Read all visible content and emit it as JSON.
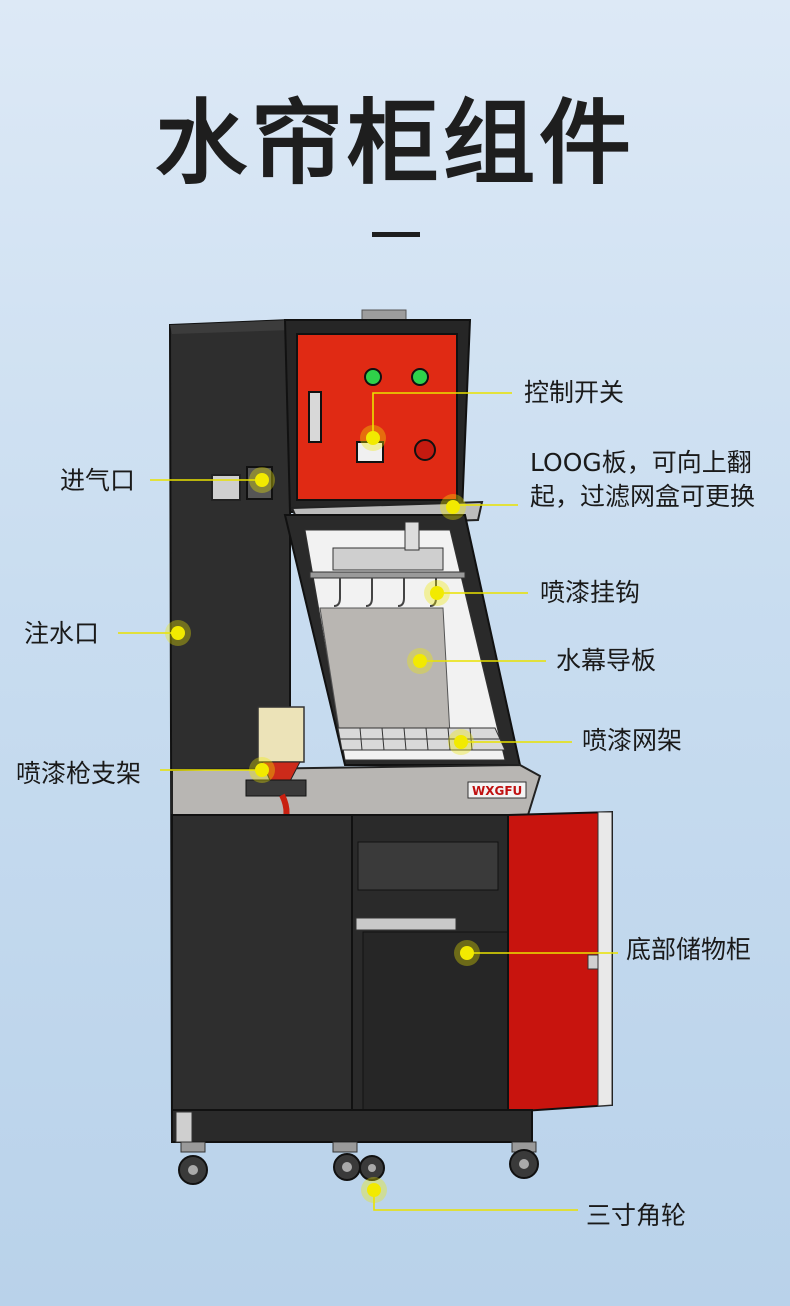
{
  "title": "水帘柜组件",
  "colors": {
    "cabinet": "#2f2f2f",
    "panel_red": "#e02a14",
    "door_red": "#c8140e",
    "steel": "#b9b7b3",
    "marker": "#f2ea00",
    "callout_line": "#e9e200"
  },
  "labels": {
    "control_switch": "控制开关",
    "air_inlet": "进气口",
    "loog_board": "LOOG板，可向上翻起，过滤网盒可更换",
    "hook": "喷漆挂钩",
    "water_inlet": "注水口",
    "water_curtain_plate": "水幕导板",
    "spray_rack": "喷漆网架",
    "gun_holder": "喷漆枪支架",
    "storage_cabinet": "底部储物柜",
    "caster": "三寸角轮"
  },
  "brand_logo": "WXGFU"
}
